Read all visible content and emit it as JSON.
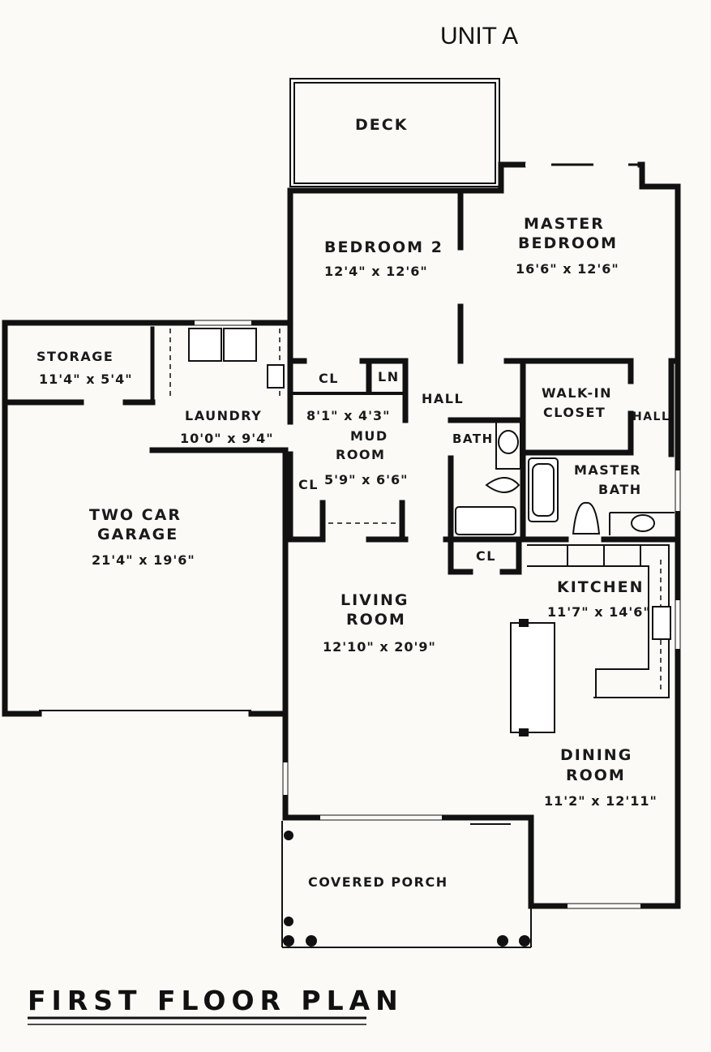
{
  "header": {
    "unit_title": "UNIT A"
  },
  "footer": {
    "plan_title": "FIRST FLOOR PLAN"
  },
  "rooms": {
    "deck": {
      "name": "DECK"
    },
    "bedroom2": {
      "name": "BEDROOM 2",
      "size": "12'4\" x 12'6\""
    },
    "master_bedroom": {
      "name_line1": "MASTER",
      "name_line2": "BEDROOM",
      "size": "16'6\" x 12'6\""
    },
    "storage": {
      "name": "STORAGE",
      "size": "11'4\" x 5'4\""
    },
    "laundry": {
      "name": "LAUNDRY",
      "size": "10'0\" x 9'4\""
    },
    "mud_room": {
      "size_top": "8'1\" x 4'3\"",
      "name_line1": "MUD",
      "name_line2": "ROOM",
      "size": "5'9\" x 6'6\""
    },
    "cl_bedroom": {
      "name": "CL"
    },
    "ln": {
      "name": "LN"
    },
    "hall_center": {
      "name": "HALL"
    },
    "walk_in_closet": {
      "name_line1": "WALK-IN",
      "name_line2": "CLOSET"
    },
    "hall_right": {
      "name": "HALL"
    },
    "bath": {
      "name": "BATH"
    },
    "master_bath": {
      "name_line1": "MASTER",
      "name_line2": "BATH"
    },
    "cl_mud": {
      "name": "CL"
    },
    "cl_bath": {
      "name": "CL"
    },
    "garage": {
      "name_line1": "TWO CAR",
      "name_line2": "GARAGE",
      "size": "21'4\" x 19'6\""
    },
    "living_room": {
      "name_line1": "LIVING",
      "name_line2": "ROOM",
      "size": "12'10\" x 20'9\""
    },
    "kitchen": {
      "name": "KITCHEN",
      "size": "11'7\" x 14'6\""
    },
    "dining_room": {
      "name_line1": "DINING",
      "name_line2": "ROOM",
      "size": "11'2\" x 12'11\""
    },
    "covered_porch": {
      "name": "COVERED PORCH"
    }
  },
  "colors": {
    "ink": "#111111",
    "paper": "#fbfaf7"
  }
}
